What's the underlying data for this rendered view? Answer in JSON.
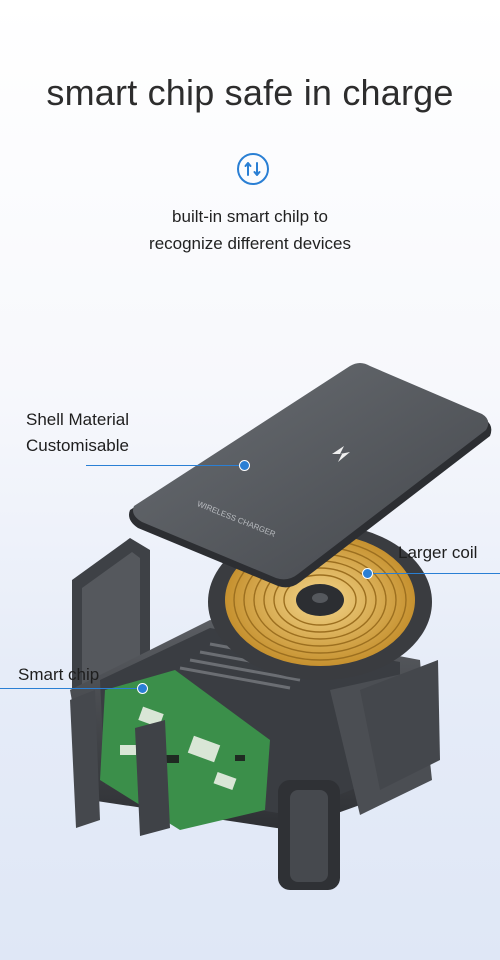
{
  "headline": "smart chip safe in charge",
  "badge_icon": "smart-chip-icon",
  "subtitle": {
    "line1": "built-in smart chilp to",
    "line2": "recognize different devices"
  },
  "product_marking": "WIRELESS CHARGER",
  "callouts": {
    "shell": {
      "line1": "Shell Material",
      "line2": "Customisable"
    },
    "coil": {
      "label": "Larger coil"
    },
    "chip": {
      "label": "Smart chip"
    }
  },
  "colors": {
    "accent": "#2a7fd4",
    "coil_gold": "#d9a845",
    "pcb_green": "#3b8f4a",
    "housing": "#4a4d52",
    "pad_top": "#5b5f64"
  }
}
